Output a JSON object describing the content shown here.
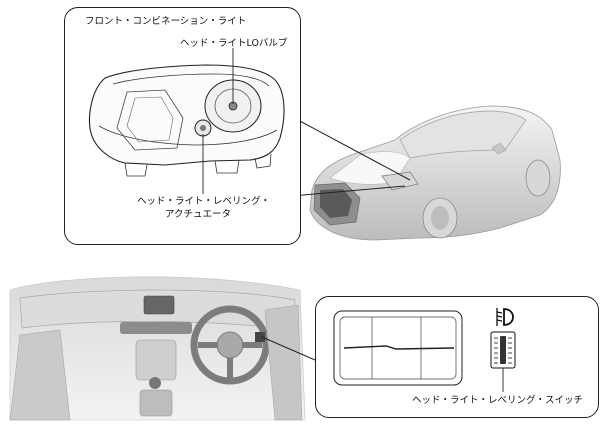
{
  "headlight_callout": {
    "title": "フロント・コンビネーション・ライト",
    "bulb_label": "ヘッド・ライトLOバルブ",
    "actuator_label_line1": "ヘッド・ライト・レベリング・",
    "actuator_label_line2": "アクチュエータ"
  },
  "switch_callout": {
    "switch_label": "ヘッド・ライト・レベリング・スイッチ",
    "switch_icon": "headlight-leveling-icon"
  }
}
